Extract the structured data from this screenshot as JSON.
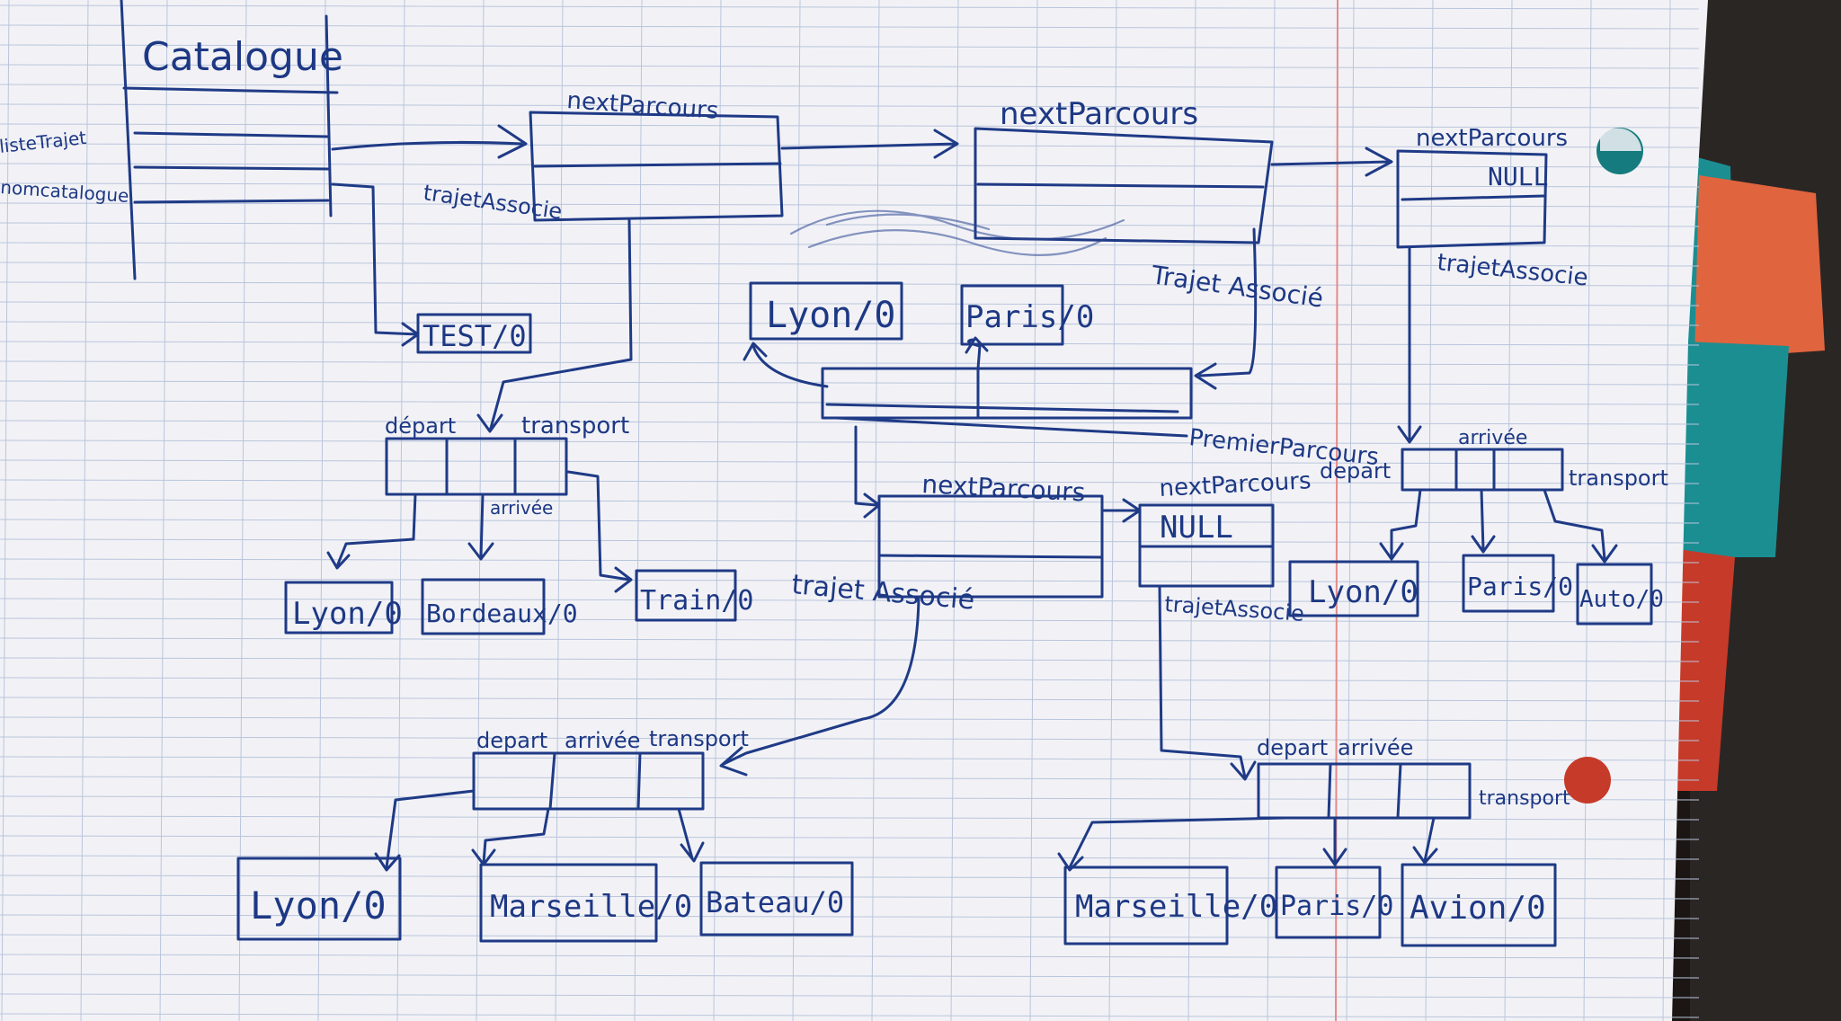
{
  "colors": {
    "paper": "#f2f2f6",
    "grid_line": "#b9c5dc",
    "margin_line": "#e58a8a",
    "ink": "#1f3a86",
    "tab_teal": "#1b8e92",
    "tab_orange": "#e0643e",
    "tab_red": "#c63a2a",
    "background": "#1b1613"
  },
  "notes": {
    "catalogue_title": "Catalogue",
    "catalogue_field_1": "listeTrajet",
    "catalogue_field_2": "nomcatalogue",
    "np_1": "nextParcours",
    "np_1_field": "trajetAssocie",
    "np_2": "nextParcours",
    "np_2_field": "Trajet Associé",
    "np_3": "nextParcours",
    "np_3_value": "NULL",
    "np_3_field": "trajetAssocie",
    "test_box": "TEST/0",
    "traj1_headers": {
      "depart": "départ",
      "arrivee": "arrivée",
      "transport": "transport"
    },
    "traj1_values": {
      "depart": "Lyon/0",
      "arrivee": "Bordeaux/0",
      "transport": "Train/0"
    },
    "compound_depart": "Lyon/0",
    "compound_arrivee": "Paris/0",
    "compound_label": "PremierParcours",
    "np_4": "nextParcours",
    "np_4_field": "trajet Associé",
    "np_5": "nextParcours",
    "np_5_value": "NULL",
    "np_5_field": "trajetAssocie",
    "traj2_headers": {
      "depart": "depart",
      "arrivee": "arrivée",
      "transport": "transport"
    },
    "traj2_values": {
      "depart": "Lyon/0",
      "arrivee": "Marseille/0",
      "transport": "Bateau/0"
    },
    "traj3_headers": {
      "depart": "depart",
      "arrivee": "arrivée",
      "transport": "transport"
    },
    "traj3_values": {
      "depart": "Marseille/0",
      "arrivee": "Paris/0",
      "transport": "Avion/0"
    },
    "traj4_headers": {
      "depart": "depart",
      "arrivee": "arrivée",
      "transport": "transport"
    },
    "traj4_values": {
      "depart": "Lyon/0",
      "arrivee": "Paris/0",
      "transport": "Auto/0"
    }
  }
}
